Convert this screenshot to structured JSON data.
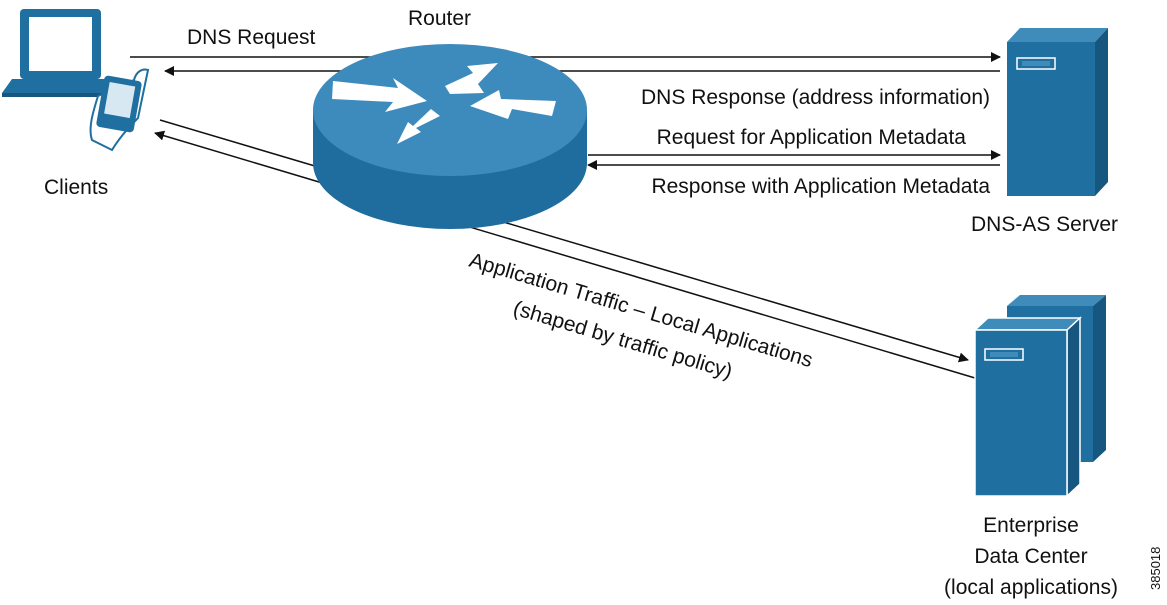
{
  "colors": {
    "device_primary": "#1f6fa0",
    "device_dark": "#16567f",
    "device_light": "#3f8cba",
    "router_top": "#3d8bbd",
    "router_side": "#1f6c9e",
    "arrow": "#111111"
  },
  "icons": {
    "router": "router-icon",
    "clients": "laptop-and-handheld-icon",
    "dns_server": "server-tower-icon",
    "data_center": "server-cluster-icon"
  },
  "nodes": {
    "router": {
      "label": "Router"
    },
    "clients": {
      "label": "Clients"
    },
    "dns_server": {
      "label": "DNS-AS Server"
    },
    "data_center": {
      "label_lines": [
        "Enterprise",
        "Data Center",
        "(local applications)"
      ]
    }
  },
  "flows": {
    "dns_request": "DNS Request",
    "dns_response": "DNS Response (address information)",
    "metadata_request": "Request for Application Metadata",
    "metadata_response": "Response with Application Metadata",
    "app_traffic_line1": "Application Traffic – Local Applications",
    "app_traffic_line2": "(shaped by traffic policy)"
  },
  "figure_id": "385018"
}
